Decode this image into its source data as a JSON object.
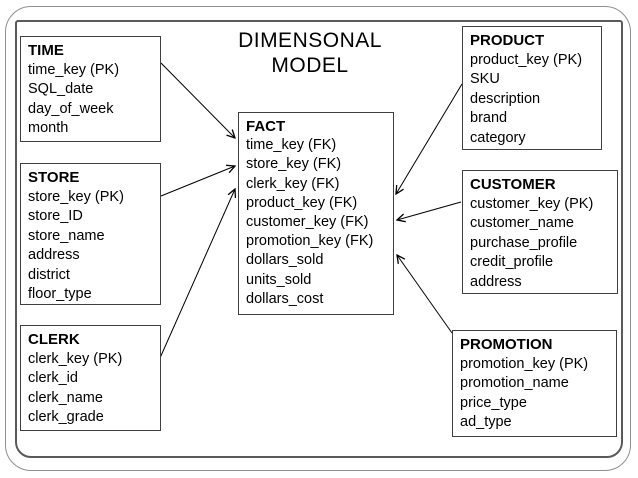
{
  "title": {
    "line1": "DIMENSONAL",
    "line2": "MODEL"
  },
  "entities": {
    "time": {
      "name": "TIME",
      "fields": [
        "time_key (PK)",
        "SQL_date",
        "day_of_week",
        "month"
      ]
    },
    "store": {
      "name": "STORE",
      "fields": [
        "store_key (PK)",
        "store_ID",
        "store_name",
        "address",
        "district",
        "floor_type"
      ]
    },
    "clerk": {
      "name": "CLERK",
      "fields": [
        "clerk_key (PK)",
        "clerk_id",
        "clerk_name",
        "clerk_grade"
      ]
    },
    "fact": {
      "name": "FACT",
      "fields": [
        "time_key (FK)",
        "store_key (FK)",
        "clerk_key (FK)",
        "product_key (FK)",
        "customer_key (FK)",
        "promotion_key (FK)",
        "dollars_sold",
        "units_sold",
        "dollars_cost"
      ]
    },
    "product": {
      "name": "PRODUCT",
      "fields": [
        "product_key (PK)",
        "SKU",
        "description",
        "brand",
        "category"
      ]
    },
    "customer": {
      "name": "CUSTOMER",
      "fields": [
        "customer_key (PK)",
        "customer_name",
        "purchase_profile",
        "credit_profile",
        "address"
      ]
    },
    "promotion": {
      "name": "PROMOTION",
      "fields": [
        "promotion_key (PK)",
        "promotion_name",
        "price_type",
        "ad_type"
      ]
    }
  },
  "relationships": [
    {
      "from": "TIME",
      "to": "FACT"
    },
    {
      "from": "STORE",
      "to": "FACT"
    },
    {
      "from": "CLERK",
      "to": "FACT"
    },
    {
      "from": "PRODUCT",
      "to": "FACT"
    },
    {
      "from": "CUSTOMER",
      "to": "FACT"
    },
    {
      "from": "PROMOTION",
      "to": "FACT"
    }
  ],
  "colors": {
    "background": "#ffffff",
    "text": "#000000",
    "arrow": "#000000",
    "box_border": "#3f3f3f",
    "inner_frame_border": "#5a5a5a",
    "outer_frame_border": "#8f8f8f"
  }
}
